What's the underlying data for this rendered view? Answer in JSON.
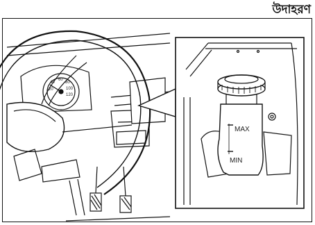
{
  "heading": "উদাহরণ",
  "illustration": {
    "reservoir_max_label": "MAX",
    "reservoir_min_label": "MIN",
    "speedometer_ticks": [
      "20",
      "40",
      "60",
      "80",
      "100",
      "120"
    ]
  },
  "colors": {
    "ink": "#111111",
    "paper": "#ffffff"
  }
}
